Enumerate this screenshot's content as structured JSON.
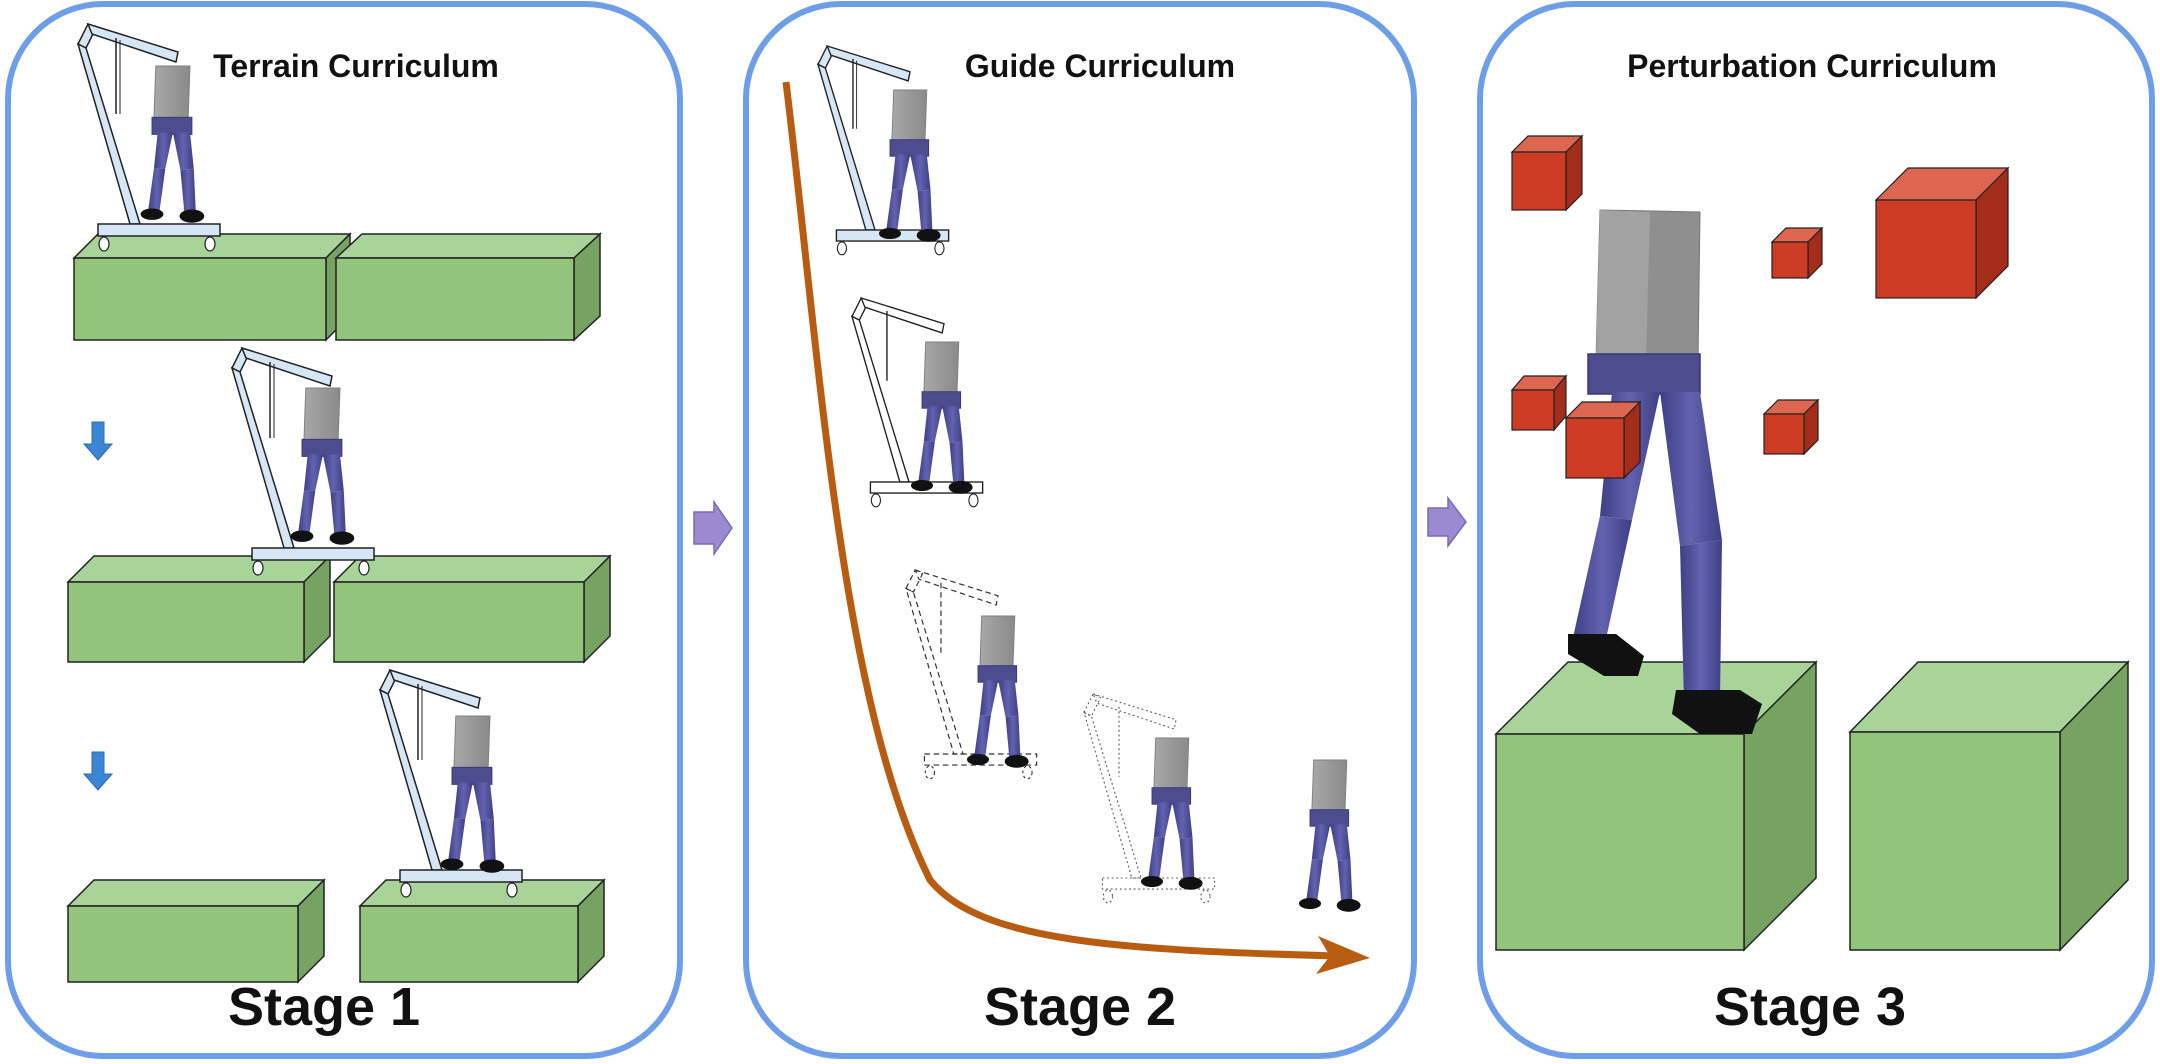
{
  "panels": [
    {
      "title": "Terrain Curriculum",
      "stage": "Stage 1"
    },
    {
      "title": "Guide Curriculum",
      "stage": "Stage 2"
    },
    {
      "title": "Perturbation Curriculum",
      "stage": "Stage 3"
    }
  ],
  "colors": {
    "panel_border": "#6f9ee8",
    "block_top": "#a8d49a",
    "block_front": "#92c47c",
    "block_side": "#77a362",
    "leg": "#4d4d96",
    "leg_dark": "#3a3a78",
    "torso": "#9a9a9a",
    "foot": "#111111",
    "walker_fill": "#d6e6f5",
    "curve": "#b85c12",
    "cube_front": "#cc3b24",
    "cube_top": "#dc6650",
    "cube_side": "#a32d1a",
    "stage_arrow": "#9b8ad0",
    "down_arrow": "#3b86d4"
  },
  "icons": [
    "down-arrow-icon",
    "right-arrow-icon",
    "guide-curve-arrow",
    "humanoid-robot",
    "support-walker",
    "terrain-block",
    "perturbation-cube"
  ]
}
